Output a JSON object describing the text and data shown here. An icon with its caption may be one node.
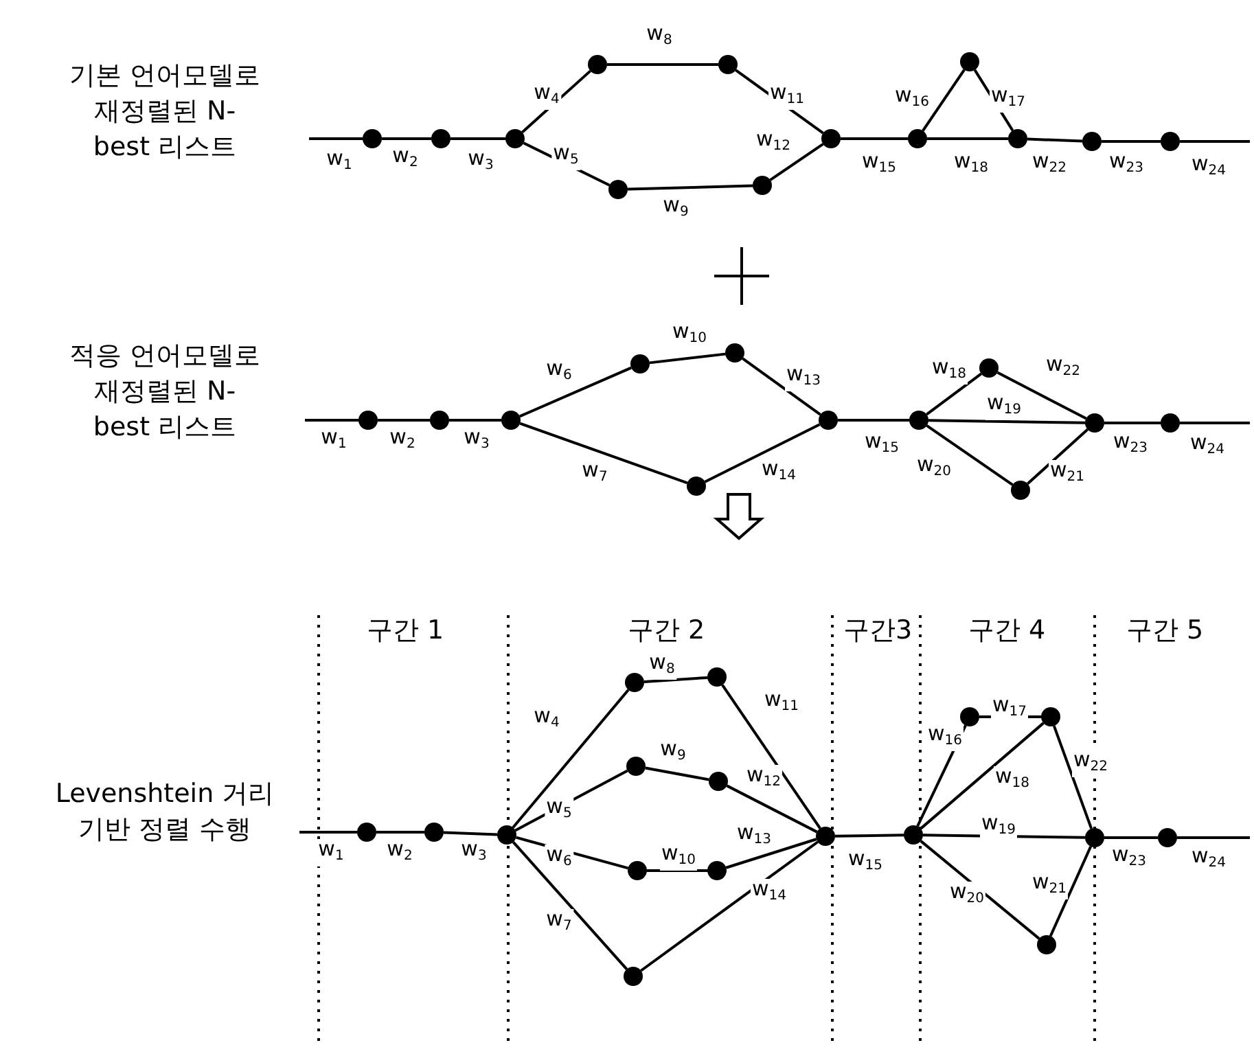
{
  "diagram": {
    "nodes": [
      {
        "text": [],
        "shape": "circle"
      },
      {
        "text": [],
        "shape": "circle"
      },
      {
        "text": [],
        "shape": "circle"
      },
      {
        "text": [],
        "shape": "circle"
      },
      {
        "text": [],
        "shape": "circle"
      },
      {
        "text": [],
        "shape": "circle"
      },
      {
        "text": [],
        "shape": "circle"
      },
      {
        "text": [],
        "shape": "circle"
      },
      {
        "text": [],
        "shape": "circle"
      },
      {
        "text": [],
        "shape": "circle"
      },
      {
        "text": [],
        "shape": "circle"
      },
      {
        "text": [],
        "shape": "circle"
      },
      {
        "text": [],
        "shape": "circle"
      },
      {
        "text": [],
        "shape": "circle"
      },
      {
        "text": [],
        "shape": "circle"
      },
      {
        "text": [],
        "shape": "circle"
      },
      {
        "text": [],
        "shape": "circle"
      },
      {
        "text": [],
        "shape": "circle"
      },
      {
        "text": [],
        "shape": "circle"
      },
      {
        "text": [],
        "shape": "circle"
      },
      {
        "text": [],
        "shape": "circle"
      },
      {
        "text": [],
        "shape": "circle"
      },
      {
        "text": [],
        "shape": "circle"
      },
      {
        "text": [],
        "shape": "circle"
      },
      {
        "text": [],
        "shape": "circle"
      },
      {
        "text": [],
        "shape": "circle"
      },
      {
        "text": [],
        "shape": "circle"
      },
      {
        "text": [],
        "shape": "circle"
      },
      {
        "text": [],
        "shape": "circle"
      },
      {
        "text": [],
        "shape": "circle"
      },
      {
        "text": [],
        "shape": "circle"
      },
      {
        "text": [],
        "shape": "circle"
      },
      {
        "text": [],
        "shape": "circle"
      },
      {
        "text": [],
        "shape": "circle"
      },
      {
        "text": [],
        "shape": "circle"
      },
      {
        "text": [],
        "shape": "circle"
      },
      {
        "text": [],
        "shape": "circle"
      },
      {
        "text": [],
        "shape": "circle"
      },
      {
        "text": [],
        "shape": "circle"
      },
      {
        "text": [],
        "shape": "circle"
      },
      {
        "text": [],
        "shape": "circle"
      },
      {
        "text": [],
        "shape": "circle"
      }
    ],
    "edges": [
      {
        "from": null,
        "to": 0,
        "arrow": "none",
        "label": "w$_{1}$"
      },
      {
        "from": 0,
        "to": 1,
        "arrow": "none",
        "label": "w$_{2}$"
      },
      {
        "from": 1,
        "to": 2,
        "arrow": "none",
        "label": "w$_{3}$"
      },
      {
        "from": 2,
        "to": 3,
        "arrow": "none",
        "label": "w$_{4}$"
      },
      {
        "from": 3,
        "to": 4,
        "arrow": "none",
        "label": "w$_{8}$"
      },
      {
        "from": 4,
        "to": 7,
        "arrow": "none",
        "label": "w$_{11}$"
      },
      {
        "from": 2,
        "to": 5,
        "arrow": "none",
        "label": "w$_{5}$"
      },
      {
        "from": 5,
        "to": 6,
        "arrow": "none",
        "label": "w$_{9}$"
      },
      {
        "from": 6,
        "to": 7,
        "arrow": "none",
        "label": "w$_{12}$"
      },
      {
        "from": 7,
        "to": 8,
        "arrow": "none",
        "label": "w$_{15}$"
      },
      {
        "from": 8,
        "to": 9,
        "arrow": "none",
        "label": "w$_{16}$"
      },
      {
        "from": 9,
        "to": 10,
        "arrow": "none",
        "label": "w$_{17}$"
      },
      {
        "from": 8,
        "to": 10,
        "arrow": "none",
        "label": "w$_{18}$"
      },
      {
        "from": 10,
        "to": 11,
        "arrow": "none",
        "label": "w$_{22}$"
      },
      {
        "from": 11,
        "to": 12,
        "arrow": "none",
        "label": "w$_{23}$"
      },
      {
        "from": 12,
        "to": null,
        "arrow": "none",
        "label": "w$_{24}$"
      },
      {
        "from": null,
        "to": 13,
        "arrow": "none",
        "label": "w$_{1}$"
      },
      {
        "from": 13,
        "to": 14,
        "arrow": "none",
        "label": "w$_{2}$"
      },
      {
        "from": 14,
        "to": 15,
        "arrow": "none",
        "label": "w$_{3}$"
      },
      {
        "from": 15,
        "to": 16,
        "arrow": "none",
        "label": "w$_{6}$"
      },
      {
        "from": 16,
        "to": 17,
        "arrow": "none",
        "label": "w$_{10}$"
      },
      {
        "from": 17,
        "to": 19,
        "arrow": "none",
        "label": "w$_{13}$"
      },
      {
        "from": 15,
        "to": 18,
        "arrow": "none",
        "label": "w$_{7}$"
      },
      {
        "from": 18,
        "to": 19,
        "arrow": "none",
        "label": "w$_{14}$"
      },
      {
        "from": 19,
        "to": 20,
        "arrow": "none",
        "label": "w$_{15}$"
      },
      {
        "from": 20,
        "to": 21,
        "arrow": "none",
        "label": "w$_{18}$"
      },
      {
        "from": 21,
        "to": 23,
        "arrow": "none",
        "label": "w$_{22}$"
      },
      {
        "from": 20,
        "to": 23,
        "arrow": "none",
        "label": "w$_{19}$"
      },
      {
        "from": 20,
        "to": 22,
        "arrow": "none",
        "label": "w$_{20}$"
      },
      {
        "from": 22,
        "to": 23,
        "arrow": "none",
        "label": "w$_{21}$"
      },
      {
        "from": 23,
        "to": 24,
        "arrow": "none",
        "label": "w$_{23}$"
      },
      {
        "from": 24,
        "to": null,
        "arrow": "none",
        "label": "w$_{24}$"
      },
      {
        "from": null,
        "to": 25,
        "arrow": "none",
        "label": "w$_{1}$"
      },
      {
        "from": 25,
        "to": 26,
        "arrow": "none",
        "label": "w$_{2}$"
      },
      {
        "from": 26,
        "to": 27,
        "arrow": "none",
        "label": "w$_{3}$"
      },
      {
        "from": 27,
        "to": 28,
        "arrow": "none",
        "label": "w$_{4}$"
      },
      {
        "from": 28,
        "to": 29,
        "arrow": "none",
        "label": "w$_{8}$"
      },
      {
        "from": 29,
        "to": 35,
        "arrow": "none",
        "label": "w$_{11}$"
      },
      {
        "from": 27,
        "to": 30,
        "arrow": "none",
        "label": "w$_{5}$"
      },
      {
        "from": 30,
        "to": 31,
        "arrow": "none",
        "label": "w$_{9}$"
      },
      {
        "from": 31,
        "to": 35,
        "arrow": "none",
        "label": "w$_{12}$"
      },
      {
        "from": 27,
        "to": 32,
        "arrow": "none",
        "label": "w$_{6}$"
      },
      {
        "from": 32,
        "to": 33,
        "arrow": "none",
        "label": "w$_{10}$"
      },
      {
        "from": 33,
        "to": 35,
        "arrow": "none",
        "label": "w$_{13}$"
      },
      {
        "from": 27,
        "to": 34,
        "arrow": "none",
        "label": "w$_{7}$"
      },
      {
        "from": 34,
        "to": 35,
        "arrow": "none",
        "label": "w$_{14}$"
      },
      {
        "from": 35,
        "to": 36,
        "arrow": "none",
        "label": "w$_{15}$"
      },
      {
        "from": 36,
        "to": 37,
        "arrow": "none",
        "label": "w$_{16}$"
      },
      {
        "from": 37,
        "to": 38,
        "arrow": "none",
        "label": "w$_{17}$"
      },
      {
        "from": 36,
        "to": 38,
        "arrow": "none",
        "label": "w$_{18}$"
      },
      {
        "from": 38,
        "to": 40,
        "arrow": "none",
        "label": "w$_{22}$"
      },
      {
        "from": 36,
        "to": 40,
        "arrow": "none",
        "label": "w$_{19}$"
      },
      {
        "from": 36,
        "to": 39,
        "arrow": "none",
        "label": "w$_{20}$"
      },
      {
        "from": 39,
        "to": 40,
        "arrow": "none",
        "label": "w$_{21}$"
      },
      {
        "from": 40,
        "to": 41,
        "arrow": "none",
        "label": "w$_{23}$"
      },
      {
        "from": 41,
        "to": null,
        "arrow": "none",
        "label": "w$_{24}$"
      }
    ],
    "labels": [
      "기본 언어모델로 재정렬된 N-best 리스트",
      "적응 언어모델로 재정렬된 N-best 리스트",
      "구간 1",
      "구간 2",
      "구간3",
      "구간 4",
      "구간 5",
      "Levenshtein 거리 기반 정렬 수행"
    ]
  }
}
